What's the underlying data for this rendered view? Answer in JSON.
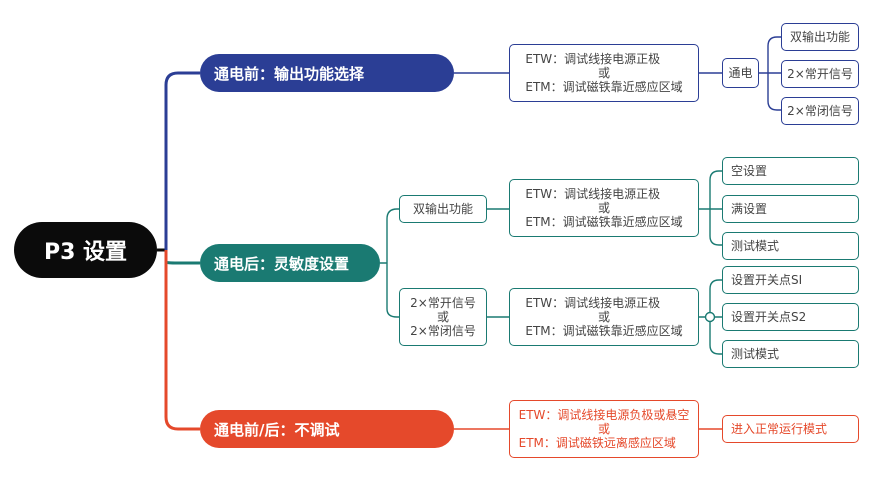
{
  "root": "P3 设置",
  "colors": {
    "blue": "#2b3e95",
    "teal": "#1a7a72",
    "red": "#e5492b",
    "root": "#0b0b0b"
  },
  "branch1": {
    "title": "通电前：输出功能选择",
    "condition": [
      "ETW：调试线接电源正极",
      "或",
      "ETM：调试磁铁靠近感应区域"
    ],
    "action": "通电",
    "options": [
      "双输出功能",
      "2×常开信号",
      "2×常闭信号"
    ]
  },
  "branch2": {
    "title": "通电后：灵敏度设置",
    "sub1": {
      "label": "双输出功能",
      "condition": [
        "ETW：调试线接电源正极",
        "或",
        "ETM：调试磁铁靠近感应区域"
      ],
      "results": [
        "空设置",
        "满设置",
        "测试模式"
      ]
    },
    "sub2": {
      "label": [
        "2×常开信号",
        "或",
        "2×常闭信号"
      ],
      "condition": [
        "ETW：调试线接电源正极",
        "或",
        "ETM：调试磁铁靠近感应区域"
      ],
      "results": [
        "设置开关点SI",
        "设置开关点S2",
        "测试模式"
      ]
    }
  },
  "branch3": {
    "title": "通电前/后：不调试",
    "condition": [
      "ETW：调试线接电源负极或悬空",
      "或",
      "ETM：调试磁铁远离感应区域"
    ],
    "result": "进入正常运行模式"
  }
}
